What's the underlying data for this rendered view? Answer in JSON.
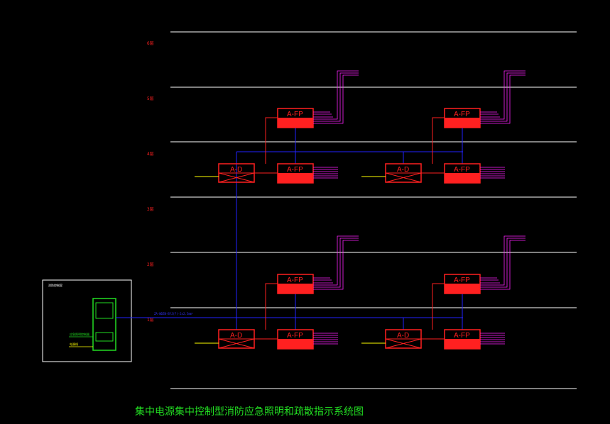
{
  "title": "集中电源集中控制型消防应急照明和疏散指示系统图",
  "floors": [
    "6层",
    "5层",
    "4层",
    "3层",
    "2层",
    "1层"
  ],
  "distribution_box_label": "A-D",
  "fire_panel_label": "A-FP",
  "trunk_label": "ZA-WDZN-BYJ(F)-2x2.5mm²",
  "cabinet_title": "消防控制室",
  "cabinet_items": [
    "应急照明控制器",
    "电源线"
  ],
  "colors": {
    "floor_line": "#ffffff",
    "box": "#ff2020",
    "bus": "#2222ff",
    "feed": "#ffff00",
    "circuit": "#ff22ff",
    "cabinet": "#22dd22",
    "title": "#22dd22"
  }
}
